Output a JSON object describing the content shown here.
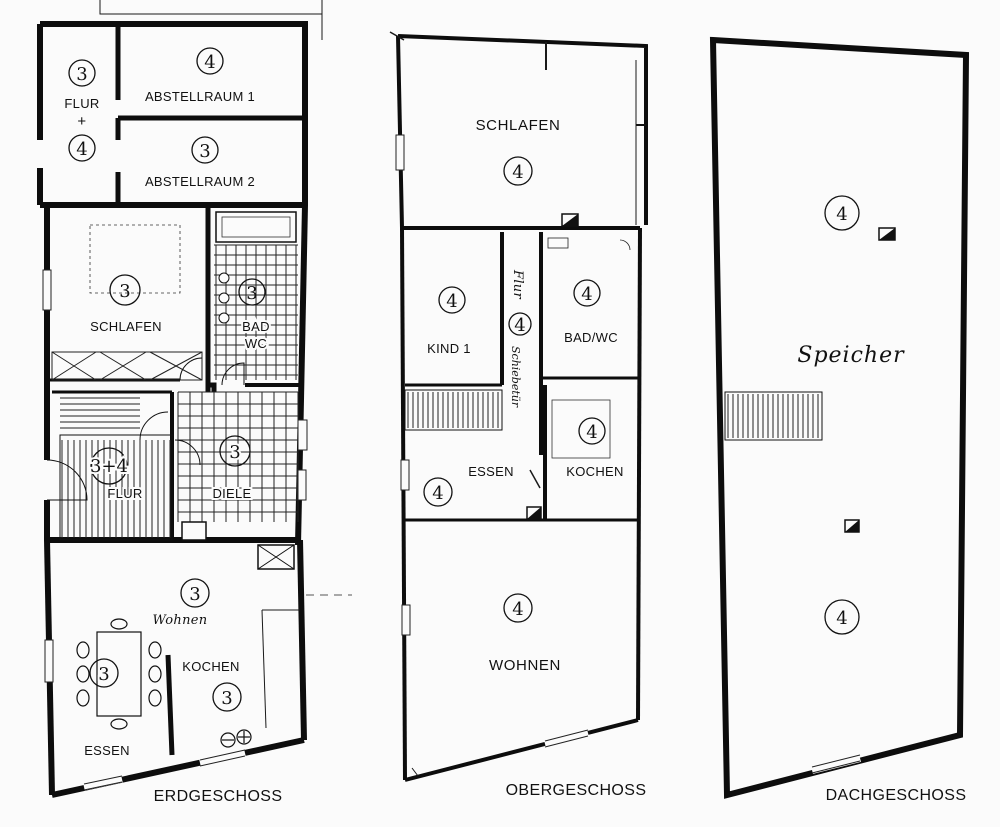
{
  "floors": {
    "erdgeschoss": {
      "title": "ERDGESCHOSS",
      "rooms": {
        "flur_top": "FLUR",
        "flur_plus": "+",
        "abstellraum1": "ABSTELLRAUM 1",
        "abstellraum2": "ABSTELLRAUM 2",
        "schlafen": "SCHLAFEN",
        "bad": "BAD",
        "wc": "WC",
        "flur": "FLUR",
        "diele": "DIELE",
        "wohnen": "Wohnen",
        "kochen": "KOCHEN",
        "essen": "ESSEN"
      },
      "ratings": {
        "flur_top_a": "3",
        "flur_top_b": "4",
        "abstellraum1": "4",
        "abstellraum2": "3",
        "schlafen": "3",
        "bad": "3",
        "flur": "3+4",
        "diele": "3",
        "wohnen": "3",
        "essen": "3",
        "kochen": "3"
      }
    },
    "obergeschoss": {
      "title": "OBERGESCHOSS",
      "rooms": {
        "schlafen": "SCHLAFEN",
        "kind1": "KIND 1",
        "flur": "Flur",
        "schiebetuer": "Schiebetür",
        "bad_wc": "BAD/WC",
        "essen": "ESSEN",
        "kochen": "KOCHEN",
        "wohnen": "WOHNEN"
      },
      "ratings": {
        "schlafen": "4",
        "kind1": "4",
        "flur": "4",
        "bad_wc": "4",
        "kochen": "4",
        "essen": "4",
        "wohnen": "4"
      }
    },
    "dachgeschoss": {
      "title": "DACHGESCHOSS",
      "rooms": {
        "speicher": "Speicher"
      },
      "ratings": {
        "top": "4",
        "bottom": "4"
      }
    }
  },
  "icons": [
    "chimney-icon",
    "stairs-icon",
    "door-swing-icon",
    "dining-table-icon",
    "stove-icon",
    "bathtub-icon",
    "sink-icon"
  ]
}
